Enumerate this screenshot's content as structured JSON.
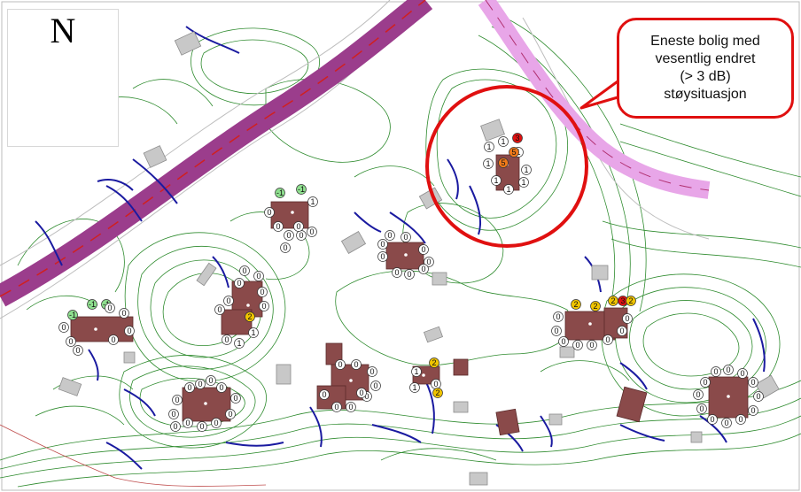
{
  "north_arrow": {
    "letter": "N"
  },
  "callout": {
    "text": "Eneste bolig med\nvesentlig endret\n(> 3 dB)\nstøysituasjon",
    "border_color": "#e01010"
  },
  "colors": {
    "road": "#9b3d8c",
    "road_dash": "#d02020",
    "planned_road": "#e8a6e8",
    "contour": "#2e8b2e",
    "stream": "#1a1aa0",
    "house": "#8a4a4a",
    "badge_zero": "#ffffff",
    "badge_green": "#8fe08f",
    "badge_yellow": "#f0c400",
    "badge_orange": "#f07a1a",
    "badge_red": "#e01010"
  },
  "clusters": [
    {
      "name": "cluster-highlighted",
      "values": [
        "1",
        "1",
        "1",
        "1",
        "1",
        "1",
        "1",
        "1",
        "5",
        "5",
        "3"
      ]
    },
    {
      "name": "cluster-north-west",
      "values": [
        "-1",
        "-1",
        "1",
        "0",
        "0",
        "0",
        "0",
        "0",
        "0",
        "0"
      ]
    },
    {
      "name": "cluster-center-north",
      "values": [
        "0",
        "0",
        "0",
        "0",
        "0",
        "0",
        "0",
        "0",
        "0"
      ]
    },
    {
      "name": "cluster-west-hill",
      "values": [
        "0",
        "0",
        "0",
        "0",
        "0",
        "0",
        "2",
        "1",
        "1",
        "0",
        "0"
      ]
    },
    {
      "name": "cluster-far-west",
      "values": [
        "-1",
        "-1",
        "-1",
        "0",
        "0",
        "0",
        "0",
        "0",
        "0",
        "0"
      ]
    },
    {
      "name": "cluster-south-west",
      "values": [
        "0",
        "0",
        "0",
        "0",
        "0",
        "0",
        "0",
        "0",
        "0",
        "0",
        "0",
        "0"
      ]
    },
    {
      "name": "cluster-center-south",
      "values": [
        "0",
        "0",
        "0",
        "0",
        "0",
        "0",
        "0",
        "0",
        "0"
      ]
    },
    {
      "name": "cluster-south-middle",
      "values": [
        "2",
        "1",
        "1",
        "0",
        "2"
      ]
    },
    {
      "name": "cluster-east",
      "values": [
        "2",
        "2",
        "2",
        "3",
        "2",
        "0",
        "0",
        "0",
        "0",
        "0",
        "0",
        "0",
        "0"
      ]
    },
    {
      "name": "cluster-far-east",
      "values": [
        "0",
        "0",
        "0",
        "0",
        "0",
        "0",
        "0",
        "0",
        "0",
        "0",
        "0",
        "0"
      ]
    }
  ]
}
